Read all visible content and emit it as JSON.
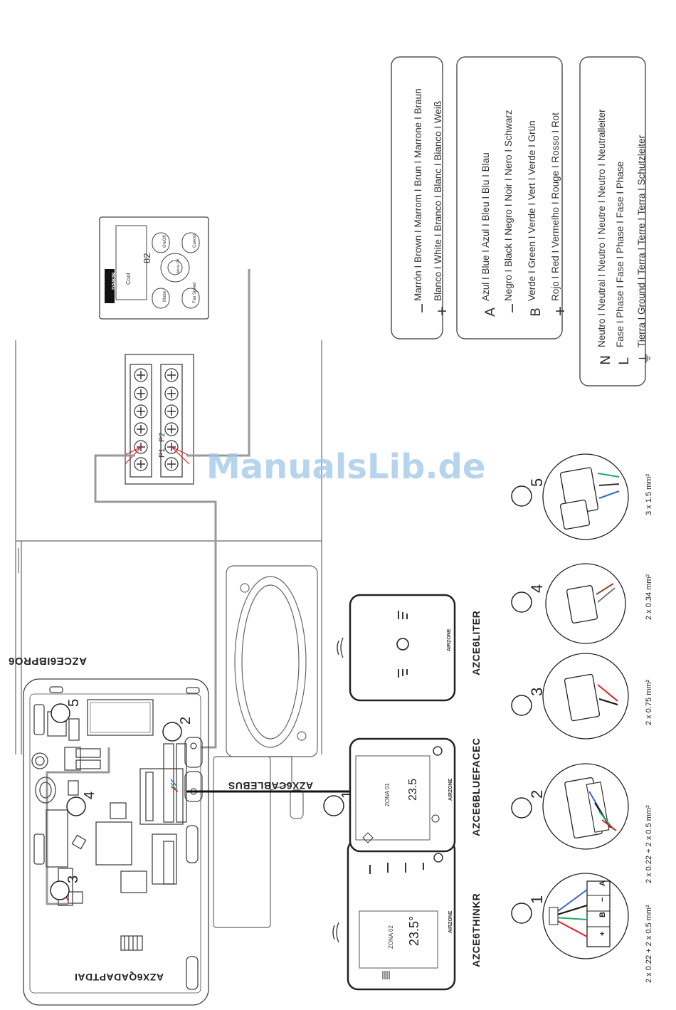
{
  "watermark": "ManualsLib.de",
  "legend_colors": [
    {
      "symbol": "−",
      "text": "Marrón I Brown I Marrom I Brun I Marrone I Braun"
    },
    {
      "symbol": "+",
      "text": "Blanco I White I Branco I Blanc I Bianco I Weiß"
    }
  ],
  "legend_signals": [
    {
      "symbol": "A",
      "text": "Azul I Blue I Azul I Bleu I Blu I Blau"
    },
    {
      "symbol": "−",
      "text": "Negro I Black I Negro I Noir I Nero I Schwarz"
    },
    {
      "symbol": "B",
      "text": "Verde I Green I Verde I Vert I Verde I Grün"
    },
    {
      "symbol": "+",
      "text": "Rojo I Red I Vermelho I Rouge I Rosso I Rot"
    }
  ],
  "legend_power": [
    {
      "symbol": "N",
      "text": "Neutro I Neutral I Neutro I Neutre I Neutro I Neutralleiter"
    },
    {
      "symbol": "L",
      "text": "Fase I Phase I Fase I Phase I Fase I Phase"
    },
    {
      "symbol": "⏚",
      "text": "Tierra I Ground I Terra I Terre I Terra I Schutzleiter"
    }
  ],
  "devices": {
    "board": "AZCE6IBPRO6",
    "adapter": "AZX6QADAPTDAI",
    "cable": "AZX6CABLEBUS",
    "thinkr": "AZCE6THINKR",
    "bluefacec": "AZCE6BLUEFACEC",
    "liter": "AZCE6LITER"
  },
  "terminals": {
    "p1": "P1",
    "p2": "P2"
  },
  "remote": {
    "brand": "DAIKIN",
    "mode": "Cool",
    "temp": "82",
    "btn_onoff": "On/Off",
    "btn_cancel": "Cancel",
    "btn_menu": "Menu OK",
    "btn_mode": "Mode",
    "btn_fan": "Fan Speed"
  },
  "thinkr_display": {
    "zone": "ZONA 02",
    "temp": "23.5°",
    "brand": "AIRZONE"
  },
  "blueface_display": {
    "zone": "ZONA 01",
    "temp": "23.5",
    "brand": "AIRZONE"
  },
  "liter_brand": "AIRZONE",
  "board_markers": [
    "1",
    "2",
    "3",
    "4",
    "5"
  ],
  "connectors": [
    {
      "number": "1",
      "wire": "2 x 0.22 + 2 x 0.5 mm²",
      "pins": [
        "+",
        "B",
        "−",
        "A"
      ]
    },
    {
      "number": "2",
      "wire": "2 x 0.22 + 2 x 0.5 mm²"
    },
    {
      "number": "3",
      "wire": "2 x 0.75 mm²"
    },
    {
      "number": "4",
      "wire": "2 x 0.34 mm²"
    },
    {
      "number": "5",
      "wire": "3 x 1.5 mm²"
    }
  ]
}
